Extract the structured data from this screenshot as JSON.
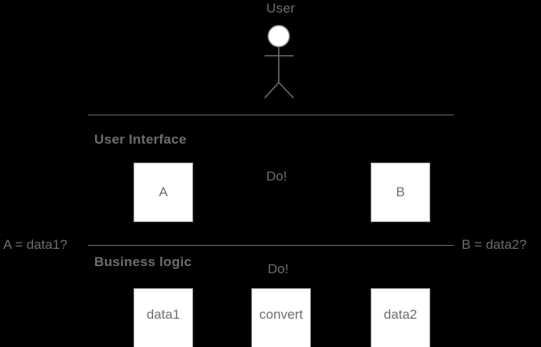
{
  "diagram": {
    "title": "User Interface / Business logic layered diagram",
    "background_color": "#000000",
    "line_color": "#6e6e6e",
    "box_fill_color": "#ffffff",
    "box_border_color": "#8a8a8a",
    "text_color": "#6e6e6e"
  },
  "actor": {
    "label": "User",
    "icon": "stick-figure-actor-icon"
  },
  "layers": [
    {
      "id": "user-interface",
      "title": "User Interface",
      "action_label": "Do!",
      "boxes": [
        {
          "id": "a",
          "label": "A"
        },
        {
          "id": "b",
          "label": "B"
        }
      ]
    },
    {
      "id": "business-logic",
      "title": "Business logic",
      "action_label": "Do!",
      "boxes": [
        {
          "id": "data1",
          "label": "data1"
        },
        {
          "id": "convert",
          "label": "convert"
        },
        {
          "id": "data2",
          "label": "data2"
        }
      ]
    }
  ],
  "annotations": {
    "left_question": "A = data1?",
    "right_question": "B = data2?"
  }
}
